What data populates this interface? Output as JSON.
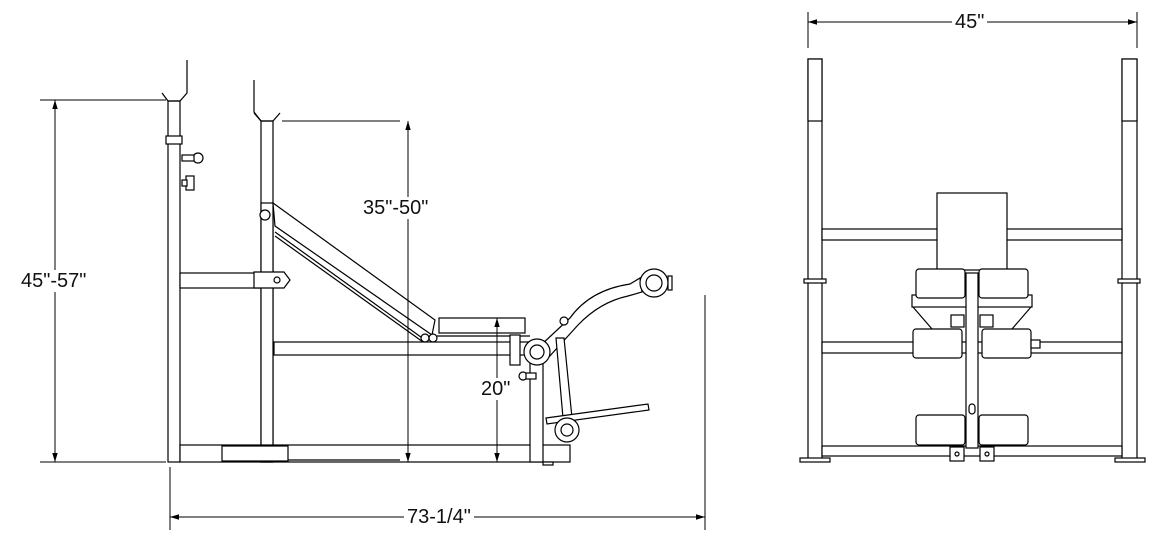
{
  "side_view": {
    "height_range": "45\"-57\"",
    "backrest_range": "35\"-50\"",
    "seat_height": "20\"",
    "overall_length": "73-1/4\""
  },
  "front_view": {
    "overall_width": "45\""
  }
}
